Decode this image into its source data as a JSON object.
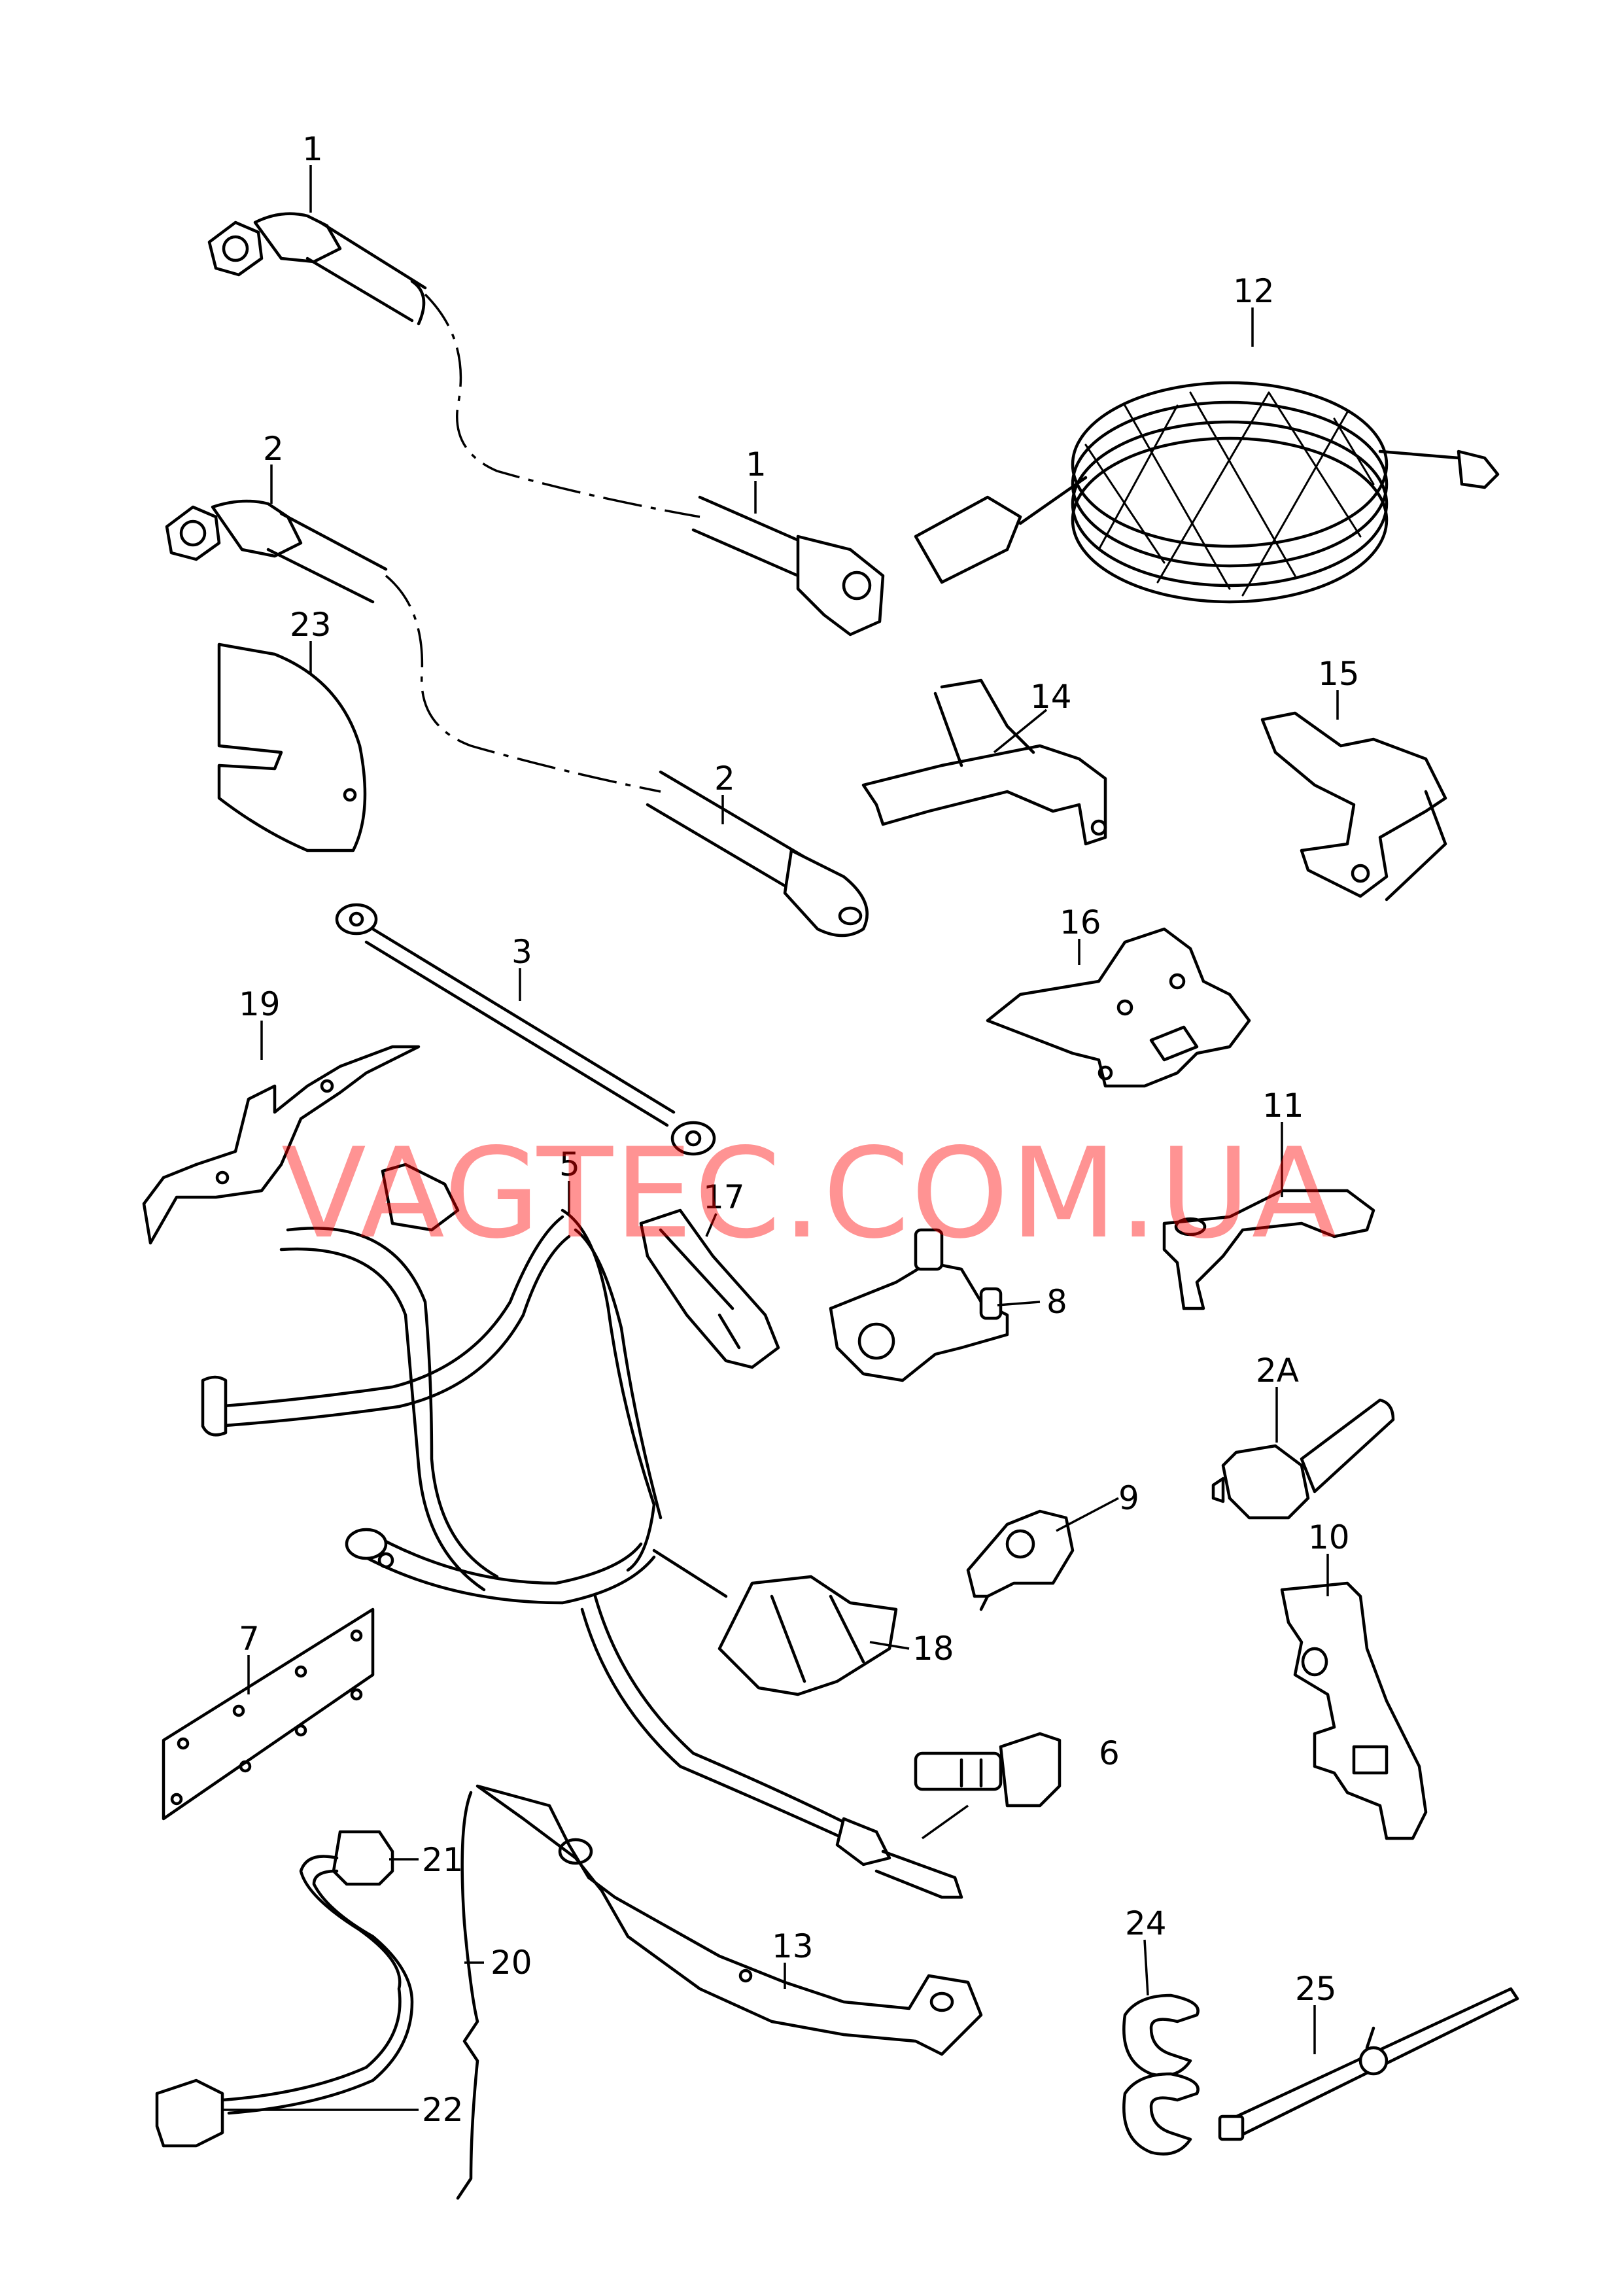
{
  "watermark": "VAGTEC.COM.UA",
  "callouts": {
    "c1a": "1",
    "c1b": "1",
    "c2a": "2",
    "c2b": "2",
    "c2A": "2A",
    "c3": "3",
    "c5": "5",
    "c6": "6",
    "c7": "7",
    "c8": "8",
    "c9": "9",
    "c10": "10",
    "c11": "11",
    "c12": "12",
    "c13": "13",
    "c14": "14",
    "c15": "15",
    "c16": "16",
    "c17": "17",
    "c18": "18",
    "c19": "19",
    "c20": "20",
    "c21": "21",
    "c22": "22",
    "c23": "23",
    "c24": "24",
    "c25": "25"
  },
  "colors": {
    "lines": "#000000",
    "background": "#ffffff",
    "watermark": "#ff0000"
  }
}
